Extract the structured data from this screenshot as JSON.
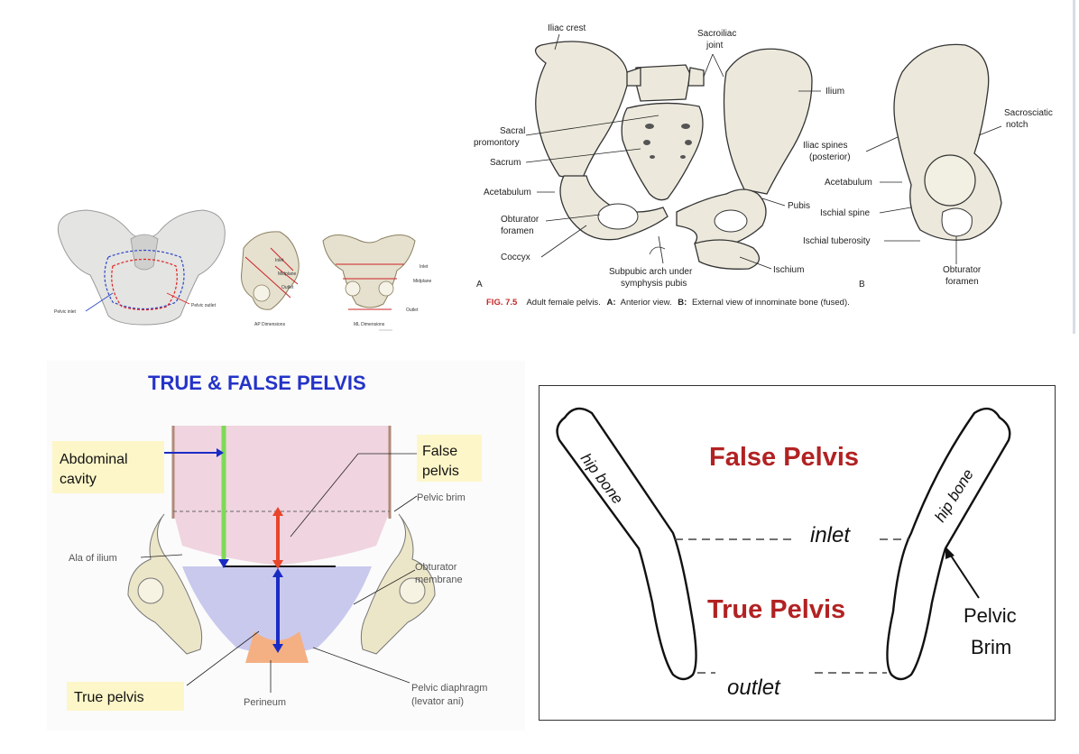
{
  "panel_models": {
    "pelvic_inlet": "Pelvic inlet",
    "pelvic_outlet": "Pelvic outlet",
    "ap_caption": "AP Dimensions",
    "ml_caption": "ML Dimensions",
    "ml_inlet": "Inlet",
    "ml_midplane": "Midplane",
    "ml_outlet": "Outlet",
    "ap_inlet": "Inlet",
    "ap_midplane": "Midplane",
    "ap_outlet": "Outlet"
  },
  "panel_fig75": {
    "labels": {
      "iliac_crest": "Iliac crest",
      "sacroiliac_joint_1": "Sacroiliac",
      "sacroiliac_joint_2": "joint",
      "ilium": "Ilium",
      "sacral_promontory_1": "Sacral",
      "sacral_promontory_2": "promontory",
      "sacrum": "Sacrum",
      "acetabulum_a": "Acetabulum",
      "obturator_foramen_a1": "Obturator",
      "obturator_foramen_a2": "foramen",
      "coccyx": "Coccyx",
      "subpubic_1": "Subpubic arch under",
      "subpubic_2": "symphysis pubis",
      "pubis": "Pubis",
      "ischium": "Ischium",
      "sacrosciatic_1": "Sacrosciatic",
      "sacrosciatic_2": "notch",
      "iliac_spines_1": "Iliac spines",
      "iliac_spines_2": "(posterior)",
      "acetabulum_b": "Acetabulum",
      "ischial_spine": "Ischial spine",
      "ischial_tuberosity": "Ischial tuberosity",
      "obturator_foramen_b1": "Obturator",
      "obturator_foramen_b2": "foramen",
      "view_a": "A",
      "view_b": "B"
    },
    "caption_fig": "FIG. 7.5",
    "caption_text_1": "Adult female pelvis.",
    "caption_a": "A:",
    "caption_text_2": "Anterior view.",
    "caption_b": "B:",
    "caption_text_3": "External view of innominate bone (fused)."
  },
  "panel_true_false": {
    "title": "TRUE & FALSE PELVIS",
    "abdominal_cavity_1": "Abdominal",
    "abdominal_cavity_2": "cavity",
    "false_pelvis_1": "False",
    "false_pelvis_2": "pelvis",
    "pelvic_brim": "Pelvic brim",
    "ala_of_ilium": "Ala of ilium",
    "obturator_membrane_1": "Obturator",
    "obturator_membrane_2": "membrane",
    "true_pelvis": "True pelvis",
    "perineum": "Perineum",
    "pelvic_diaphragm_1": "Pelvic diaphragm",
    "pelvic_diaphragm_2": "(levator ani)"
  },
  "panel_schematic": {
    "false_pelvis": "False Pelvis",
    "true_pelvis": "True Pelvis",
    "hip_bone_left": "hip bone",
    "hip_bone_right": "hip bone",
    "inlet": "inlet",
    "outlet": "outlet",
    "pelvic_brim_1": "Pelvic",
    "pelvic_brim_2": "Brim"
  },
  "colors": {
    "title_blue": "#2433c8",
    "schematic_red": "#b22222",
    "label_yellow": "#fdf6c8",
    "false_pink": "#f0d4e0",
    "true_blue": "#c9c9ee",
    "perineum_orange": "#f4b083",
    "arrow_red": "#e8452a",
    "arrow_blue": "#1a2bc4",
    "arrow_green": "#7ed957"
  }
}
